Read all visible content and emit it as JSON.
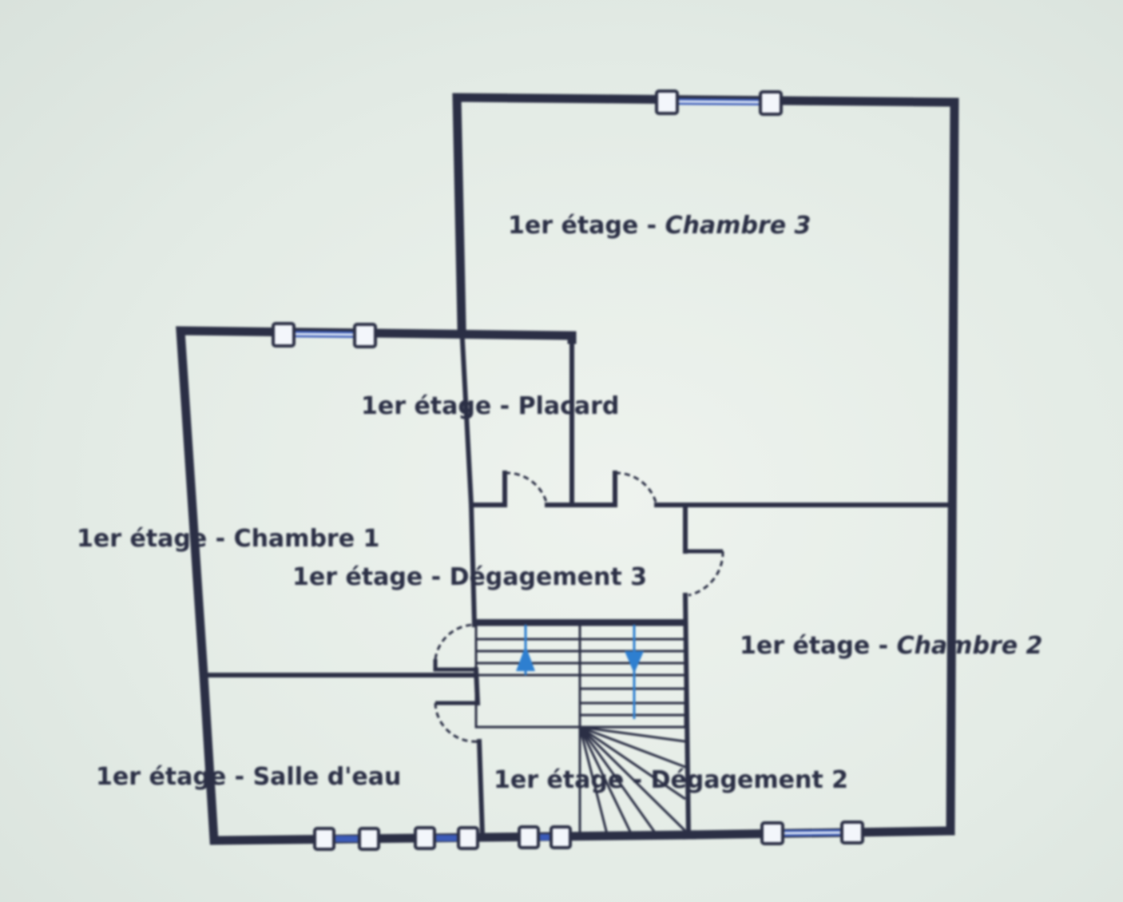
{
  "floor_plan": {
    "rooms": [
      {
        "id": "chambre-3",
        "prefix": "1er étage - ",
        "name": "Chambre 3"
      },
      {
        "id": "placard",
        "prefix": "1er étage - ",
        "name": "Placard"
      },
      {
        "id": "chambre-1",
        "prefix": "1er étage - ",
        "name": "Chambre 1"
      },
      {
        "id": "degagement-3",
        "prefix": "1er étage - ",
        "name": "Dégagement 3"
      },
      {
        "id": "chambre-2",
        "prefix": "1er étage - ",
        "name": "Chambre 2"
      },
      {
        "id": "salle-deau",
        "prefix": "1er étage - ",
        "name": "Salle d'eau"
      },
      {
        "id": "degagement-2",
        "prefix": "1er étage - ",
        "name": "Dégagement 2"
      }
    ],
    "colors": {
      "wall": "#2b2f45",
      "window": "#3b5bb8",
      "stair_arrow": "#2e7fd0"
    }
  }
}
